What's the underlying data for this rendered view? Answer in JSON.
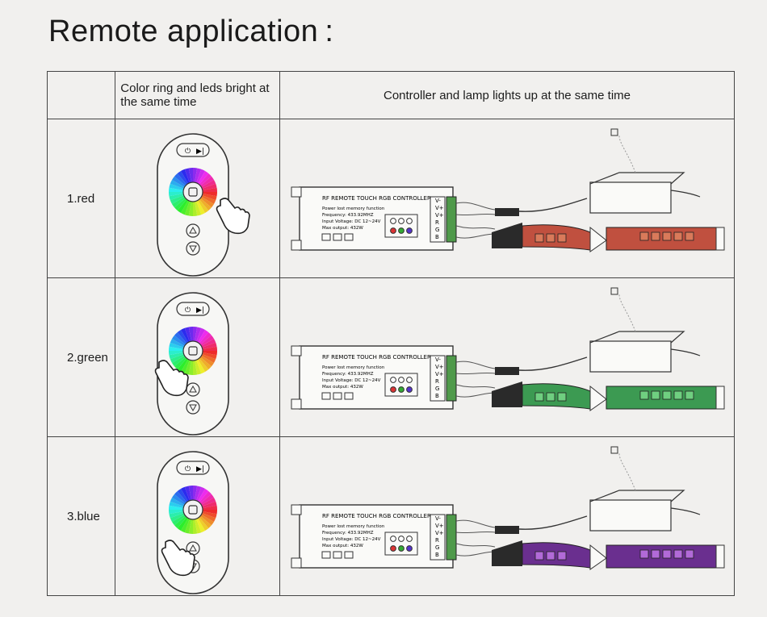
{
  "title": "Remote application :",
  "headers": {
    "col1": "",
    "col2": "Color ring and leds bright at the same time",
    "col3": "Controller and lamp lights up at the same time"
  },
  "controller": {
    "title": "RF REMOTE TOUCH RGB CONTROLLER",
    "line1": "Power lost memory function",
    "line2": "Frequency: 433.92MHZ",
    "line3": "Input Voltage: DC 12~24V",
    "line4": "Max output: 432W",
    "terminals": [
      "V-",
      "V+",
      "V+",
      "R",
      "G",
      "B"
    ]
  },
  "rows": [
    {
      "label": "1.red",
      "color": "red",
      "strip_color": "#c0503f",
      "led_color": "#d97a5a"
    },
    {
      "label": "2.green",
      "color": "green",
      "strip_color": "#3c9a52",
      "led_color": "#6fcf80"
    },
    {
      "label": "3.blue",
      "color": "blue",
      "strip_color": "#6a2f8f",
      "led_color": "#b26ad8"
    }
  ],
  "colors": {
    "border": "#444444",
    "terminal": "#4f9a4a",
    "plug": "#2a2a2a"
  }
}
